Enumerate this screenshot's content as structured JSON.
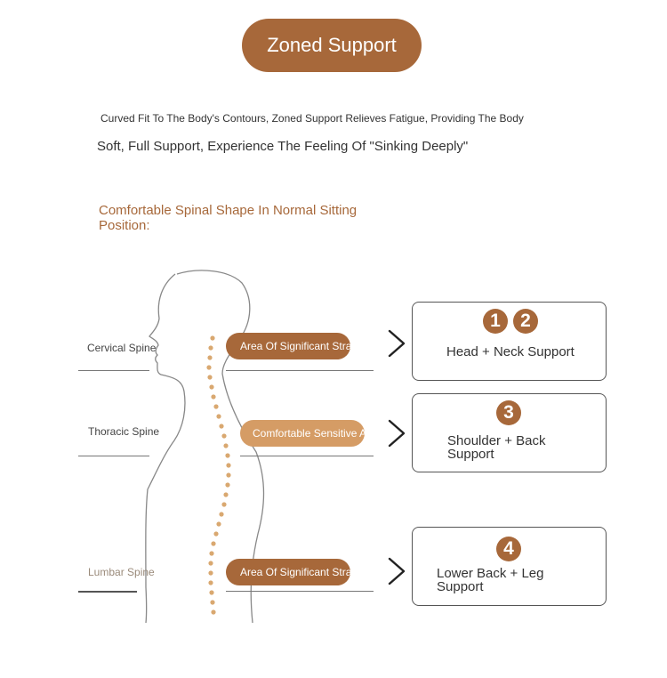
{
  "header": {
    "title": "Zoned Support"
  },
  "intro": {
    "line1": "Curved Fit To The Body's Contours, Zoned Support Relieves Fatigue, Providing The Body",
    "line2": "Soft, Full Support, Experience The Feeling Of \"Sinking Deeply\""
  },
  "posture_heading": "Comfortable Spinal Shape In Normal Sitting Position:",
  "spine_labels": [
    "Cervical Spine",
    "Thoracic Spine",
    "Lumbar Spine"
  ],
  "zones": [
    {
      "label": "Area Of Significant Strain"
    },
    {
      "label": "Comfortable Sensitive Area"
    },
    {
      "label": "Area Of Significant Strain"
    }
  ],
  "cards": [
    {
      "numbers": [
        "1",
        "2"
      ],
      "label": "Head + Neck Support"
    },
    {
      "numbers": [
        "3"
      ],
      "label": "Shoulder + Back Support"
    },
    {
      "numbers": [
        "4"
      ],
      "label": "Lower Back + Leg Support"
    }
  ],
  "colors": {
    "accent": "#a7683a",
    "accent_light": "#d59c65",
    "dots": "#d9a870"
  },
  "icons": [
    "chevron-right-icon"
  ]
}
